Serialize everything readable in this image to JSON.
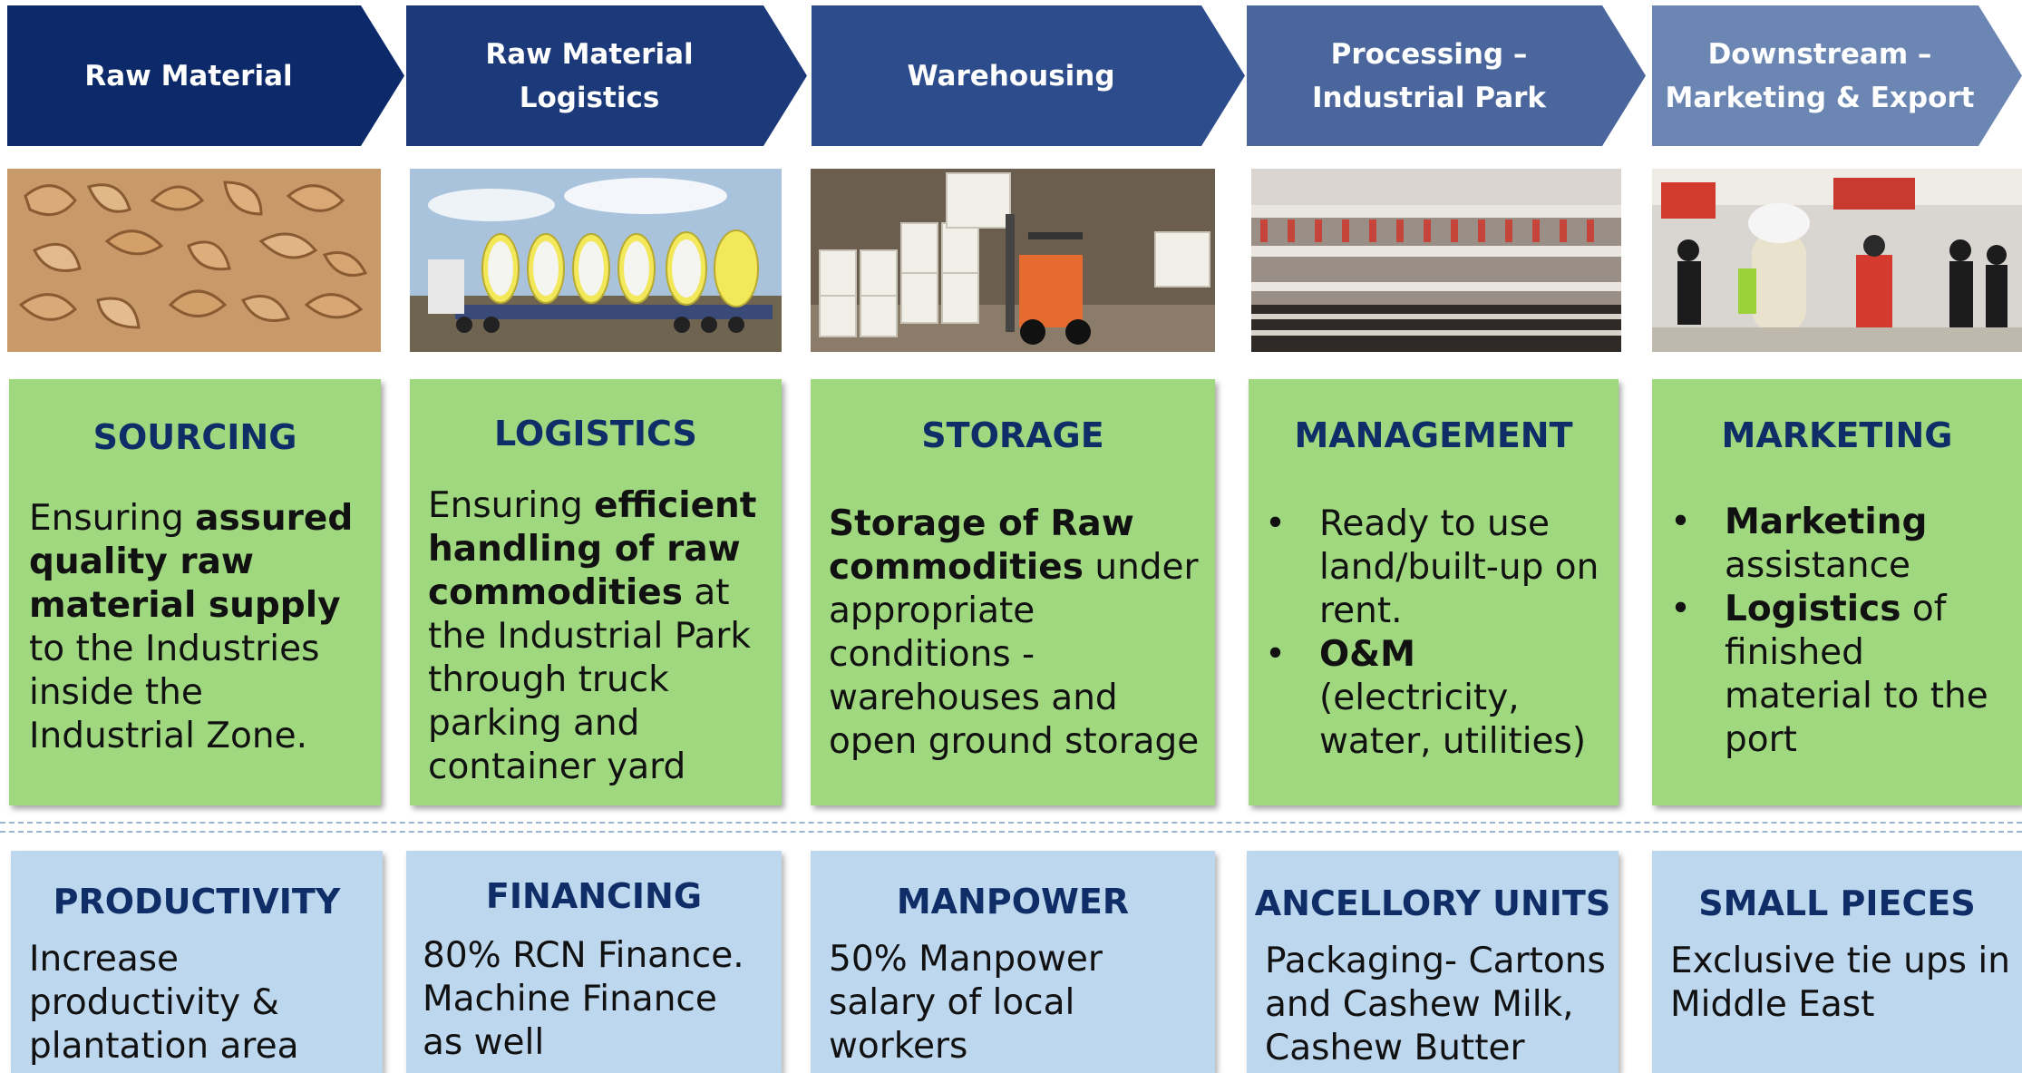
{
  "colors": {
    "chevron": [
      "#0c2a6a",
      "#1c3a7a",
      "#2c4c8c",
      "#4a669c",
      "#6c86b4"
    ],
    "green_box": "#9fd87f",
    "blue_box": "#bdd7ee",
    "title_text": "#0f2d66"
  },
  "chevrons": [
    {
      "label": "Raw Material"
    },
    {
      "label": "Raw Material\nLogistics"
    },
    {
      "label": "Warehousing"
    },
    {
      "label": "Processing –\nIndustrial Park"
    },
    {
      "label": "Downstream –\nMarketing & Export"
    }
  ],
  "photos": [
    {
      "subject": "cashew-nuts"
    },
    {
      "subject": "truck-with-cotton-bales"
    },
    {
      "subject": "forklift-warehouse"
    },
    {
      "subject": "spinning-mill-machinery"
    },
    {
      "subject": "trade-fair-mascot"
    }
  ],
  "green_boxes": [
    {
      "title": "SOURCING",
      "parts": [
        {
          "t": "Ensuring ",
          "b": false
        },
        {
          "t": "assured quality raw material supply",
          "b": true
        },
        {
          "t": " to the Industries inside the Industrial Zone.",
          "b": false
        }
      ]
    },
    {
      "title": "LOGISTICS",
      "parts": [
        {
          "t": "Ensuring ",
          "b": false
        },
        {
          "t": "efficient handling of raw commodities",
          "b": true
        },
        {
          "t": " at the Industrial Park through truck parking and container yard",
          "b": false
        }
      ]
    },
    {
      "title": "STORAGE",
      "parts": [
        {
          "t": "Storage of Raw commodities",
          "b": true
        },
        {
          "t": " under appropriate conditions - warehouses and open ground storage",
          "b": false
        }
      ]
    },
    {
      "title": "MANAGEMENT",
      "bullets": [
        [
          {
            "t": "Ready to use land/built-up on rent.",
            "b": false
          }
        ],
        [
          {
            "t": "O&M",
            "b": true
          },
          {
            "t": " (electricity, water, utilities)",
            "b": false
          }
        ]
      ]
    },
    {
      "title": "MARKETING",
      "bullets": [
        [
          {
            "t": "Marketing",
            "b": true
          },
          {
            "t": " assistance",
            "b": false
          }
        ],
        [
          {
            "t": "Logistics",
            "b": true
          },
          {
            "t": " of finished material to the port",
            "b": false
          }
        ]
      ]
    }
  ],
  "blue_boxes": [
    {
      "title": "PRODUCTIVITY",
      "text": "Increase productivity & plantation area"
    },
    {
      "title": "FINANCING",
      "text": "80% RCN Finance. Machine Finance as well"
    },
    {
      "title": "MANPOWER",
      "text": "50% Manpower salary of local workers"
    },
    {
      "title": "ANCELLORY UNITS",
      "text": "Packaging- Cartons and Cashew Milk, Cashew Butter"
    },
    {
      "title": "SMALL PIECES",
      "text": "Exclusive tie ups in Middle East"
    }
  ]
}
